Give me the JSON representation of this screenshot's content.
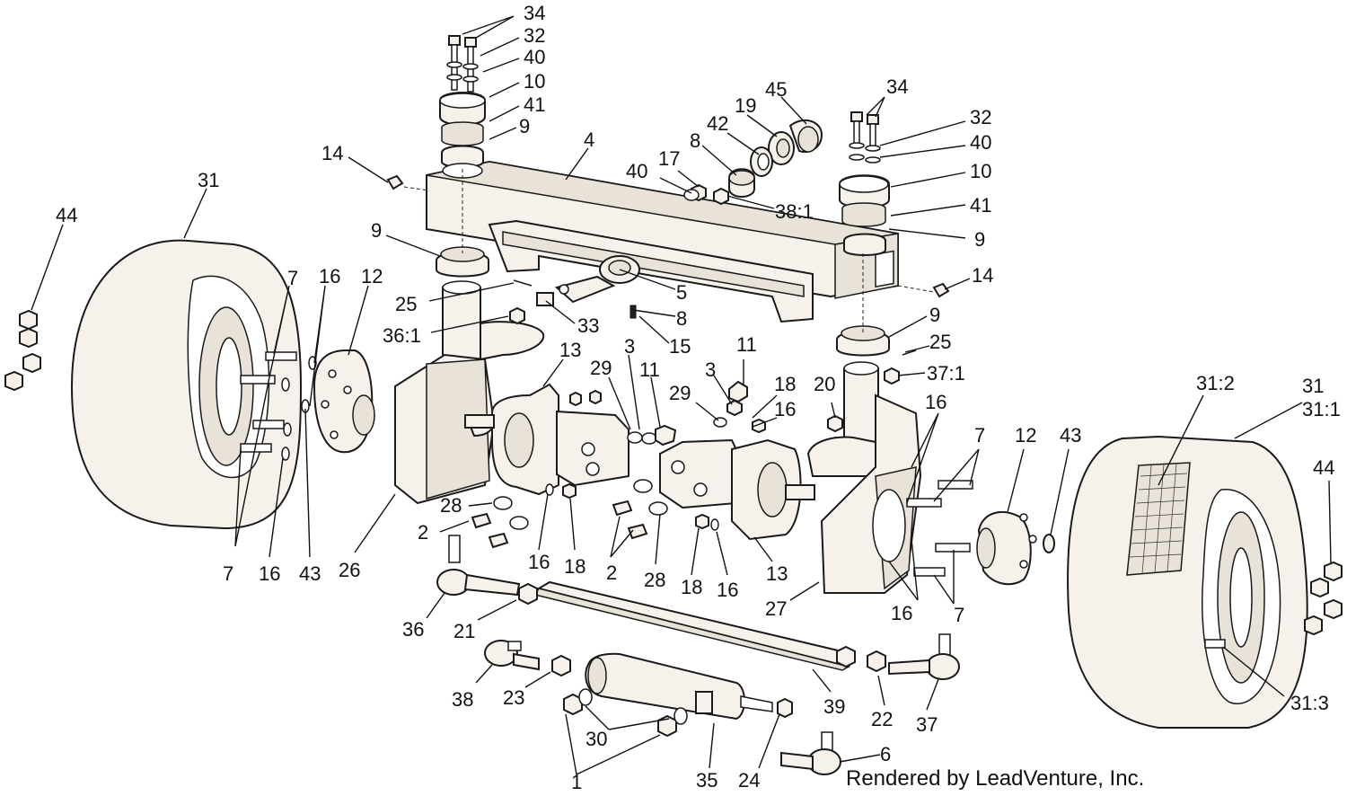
{
  "diagram": {
    "credit": "Rendered by LeadVenture, Inc.",
    "callouts": [
      {
        "id": "c34a",
        "text": "34"
      },
      {
        "id": "c32a",
        "text": "32"
      },
      {
        "id": "c40a",
        "text": "40"
      },
      {
        "id": "c10a",
        "text": "10"
      },
      {
        "id": "c41a",
        "text": "41"
      },
      {
        "id": "c9a",
        "text": "9"
      },
      {
        "id": "c4",
        "text": "4"
      },
      {
        "id": "c14a",
        "text": "14"
      },
      {
        "id": "c31a",
        "text": "31"
      },
      {
        "id": "c44a",
        "text": "44"
      },
      {
        "id": "c9b",
        "text": "9"
      },
      {
        "id": "c45",
        "text": "45"
      },
      {
        "id": "c19",
        "text": "19"
      },
      {
        "id": "c42",
        "text": "42"
      },
      {
        "id": "c8a",
        "text": "8"
      },
      {
        "id": "c17",
        "text": "17"
      },
      {
        "id": "c40b",
        "text": "40"
      },
      {
        "id": "c38_1",
        "text": "38:1"
      },
      {
        "id": "c34b",
        "text": "34"
      },
      {
        "id": "c32b",
        "text": "32"
      },
      {
        "id": "c40c",
        "text": "40"
      },
      {
        "id": "c10b",
        "text": "10"
      },
      {
        "id": "c41b",
        "text": "41"
      },
      {
        "id": "c9c",
        "text": "9"
      },
      {
        "id": "c14b",
        "text": "14"
      },
      {
        "id": "c7a",
        "text": "7"
      },
      {
        "id": "c16a",
        "text": "16"
      },
      {
        "id": "c12a",
        "text": "12"
      },
      {
        "id": "c25a",
        "text": "25"
      },
      {
        "id": "c5",
        "text": "5"
      },
      {
        "id": "c8b",
        "text": "8"
      },
      {
        "id": "c33",
        "text": "33"
      },
      {
        "id": "c15",
        "text": "15"
      },
      {
        "id": "c36_1",
        "text": "36:1"
      },
      {
        "id": "c9d",
        "text": "9"
      },
      {
        "id": "c25b",
        "text": "25"
      },
      {
        "id": "c37_1",
        "text": "37:1"
      },
      {
        "id": "c13a",
        "text": "13"
      },
      {
        "id": "c3a",
        "text": "3"
      },
      {
        "id": "c11a",
        "text": "11"
      },
      {
        "id": "c29a",
        "text": "29"
      },
      {
        "id": "c11b",
        "text": "11"
      },
      {
        "id": "c3b",
        "text": "3"
      },
      {
        "id": "c29b",
        "text": "29"
      },
      {
        "id": "c18a",
        "text": "18"
      },
      {
        "id": "c16b",
        "text": "16"
      },
      {
        "id": "c20",
        "text": "20"
      },
      {
        "id": "c16c",
        "text": "16"
      },
      {
        "id": "c31_2",
        "text": "31:2"
      },
      {
        "id": "c31b",
        "text": "31"
      },
      {
        "id": "c31_1",
        "text": "31:1"
      },
      {
        "id": "c7b",
        "text": "7"
      },
      {
        "id": "c12b",
        "text": "12"
      },
      {
        "id": "c43a",
        "text": "43"
      },
      {
        "id": "c44b",
        "text": "44"
      },
      {
        "id": "c28a",
        "text": "28"
      },
      {
        "id": "c2a",
        "text": "2"
      },
      {
        "id": "c16d",
        "text": "16"
      },
      {
        "id": "c18b",
        "text": "18"
      },
      {
        "id": "c2b",
        "text": "2"
      },
      {
        "id": "c28b",
        "text": "28"
      },
      {
        "id": "c18c",
        "text": "18"
      },
      {
        "id": "c16e",
        "text": "16"
      },
      {
        "id": "c13b",
        "text": "13"
      },
      {
        "id": "c7c",
        "text": "7"
      },
      {
        "id": "c16f",
        "text": "16"
      },
      {
        "id": "c43b",
        "text": "43"
      },
      {
        "id": "c26",
        "text": "26"
      },
      {
        "id": "c27",
        "text": "27"
      },
      {
        "id": "c16g",
        "text": "16"
      },
      {
        "id": "c7d",
        "text": "7"
      },
      {
        "id": "c36",
        "text": "36"
      },
      {
        "id": "c21",
        "text": "21"
      },
      {
        "id": "c38",
        "text": "38"
      },
      {
        "id": "c23",
        "text": "23"
      },
      {
        "id": "c39",
        "text": "39"
      },
      {
        "id": "c22",
        "text": "22"
      },
      {
        "id": "c37",
        "text": "37"
      },
      {
        "id": "c31_3",
        "text": "31:3"
      },
      {
        "id": "c30",
        "text": "30"
      },
      {
        "id": "c1",
        "text": "1"
      },
      {
        "id": "c35",
        "text": "35"
      },
      {
        "id": "c24",
        "text": "24"
      },
      {
        "id": "c6",
        "text": "6"
      }
    ]
  }
}
